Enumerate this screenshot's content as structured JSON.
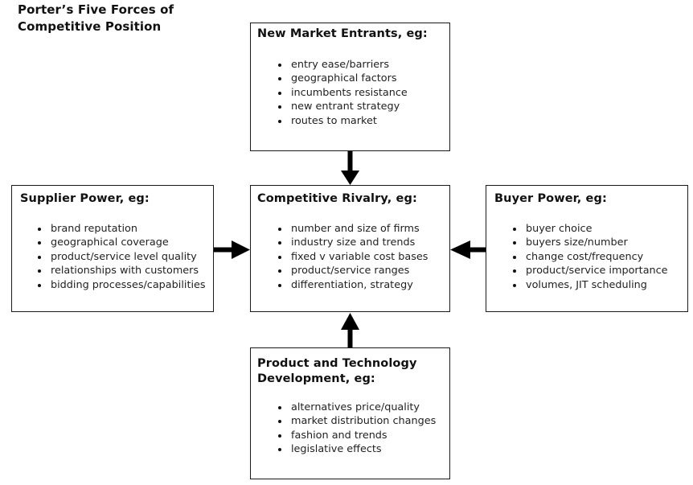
{
  "title": "Porter’s Five Forces of\nCompetitive Position",
  "colors": {
    "background": "#ffffff",
    "border": "#1a1a1a",
    "text": "#111111",
    "bullet_text": "#1f1f1f",
    "arrow": "#000000"
  },
  "boxes": {
    "new_market_entrants": {
      "heading": "New Market Entrants, eg:",
      "items": [
        "entry ease/barriers",
        "geographical factors",
        "incumbents resistance",
        "new entrant strategy",
        "routes to market"
      ]
    },
    "supplier_power": {
      "heading": "Supplier Power, eg:",
      "items": [
        "brand reputation",
        "geographical coverage",
        "product/service level quality",
        "relationships with customers",
        "bidding processes/capabilities"
      ]
    },
    "competitive_rivalry": {
      "heading": "Competitive Rivalry, eg:",
      "items": [
        "number and size of firms",
        "industry size and trends",
        "fixed v variable cost bases",
        "product/service ranges",
        "differentiation, strategy"
      ]
    },
    "buyer_power": {
      "heading": "Buyer Power, eg:",
      "items": [
        "buyer choice",
        "buyers size/number",
        "change cost/frequency",
        "product/service importance",
        "volumes, JIT scheduling"
      ]
    },
    "product_and_technology_development": {
      "heading": "Product and Technology\nDevelopment, eg:",
      "items": [
        "alternatives price/quality",
        "market distribution changes",
        "fashion and trends",
        "legislative effects"
      ]
    }
  },
  "arrows": [
    {
      "name": "arrow-entrants-to-rivalry",
      "direction": "down",
      "from": "new_market_entrants",
      "to": "competitive_rivalry"
    },
    {
      "name": "arrow-supplier-to-rivalry",
      "direction": "right",
      "from": "supplier_power",
      "to": "competitive_rivalry"
    },
    {
      "name": "arrow-buyer-to-rivalry",
      "direction": "left",
      "from": "buyer_power",
      "to": "competitive_rivalry"
    },
    {
      "name": "arrow-development-to-rivalry",
      "direction": "up",
      "from": "product_and_technology_development",
      "to": "competitive_rivalry"
    }
  ]
}
